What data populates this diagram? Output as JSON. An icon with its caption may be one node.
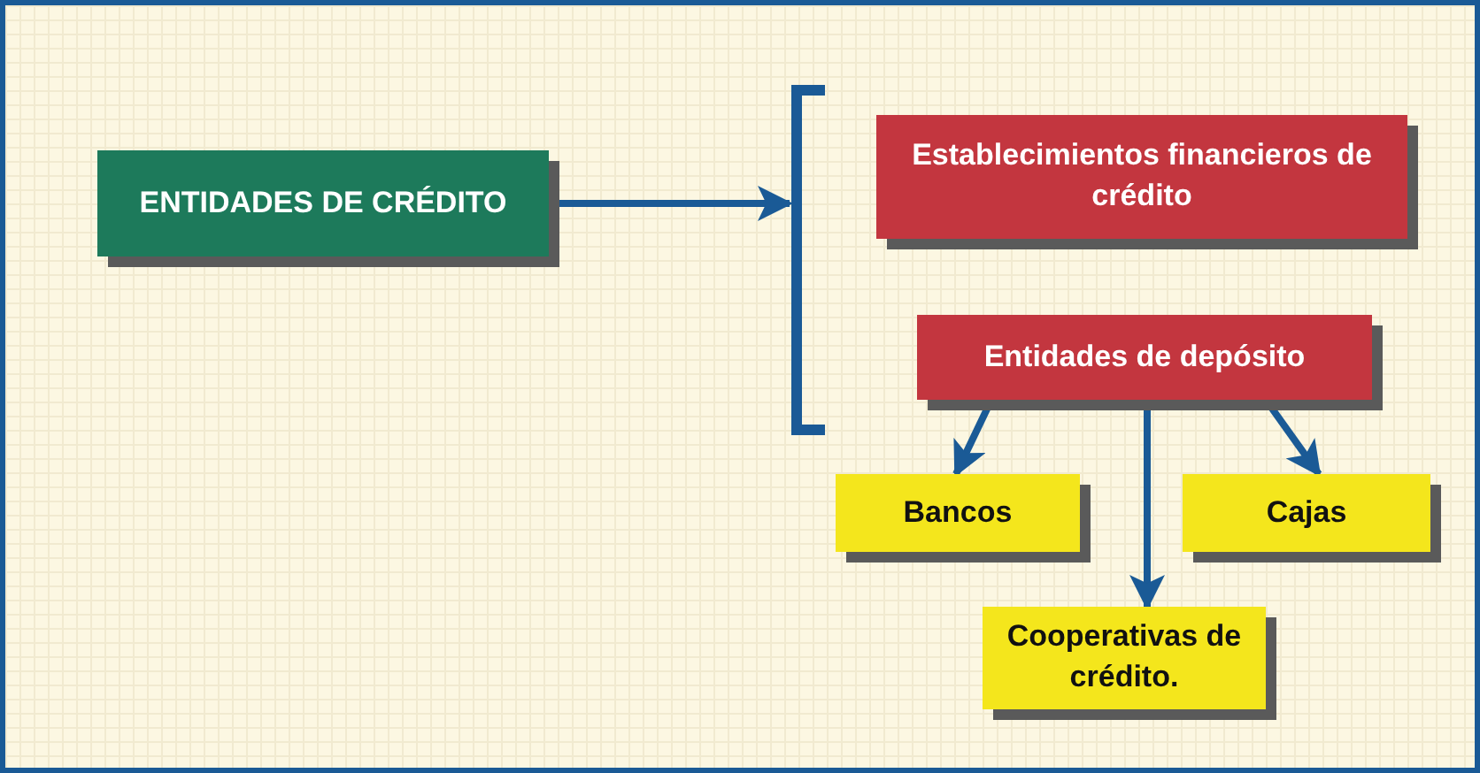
{
  "diagram": {
    "nodes": [
      {
        "text": [
          "ENTIDADES DE CRÉDITO"
        ]
      },
      {
        "text": [],
        "shape": "bracket"
      },
      {
        "text": [
          "Establecimientos financieros de crédito"
        ]
      },
      {
        "text": [
          "Entidades de depósito"
        ]
      },
      {
        "text": [
          "Bancos"
        ]
      },
      {
        "text": [
          "Cajas"
        ]
      },
      {
        "text": [
          "Cooperativas de crédito."
        ]
      }
    ],
    "edges": [
      {
        "from": 0,
        "to": 1,
        "arrow": "to"
      },
      {
        "from": 3,
        "to": 4,
        "arrow": "to"
      },
      {
        "from": 3,
        "to": 6,
        "arrow": "to"
      },
      {
        "from": 3,
        "to": 5,
        "arrow": "to"
      }
    ]
  }
}
